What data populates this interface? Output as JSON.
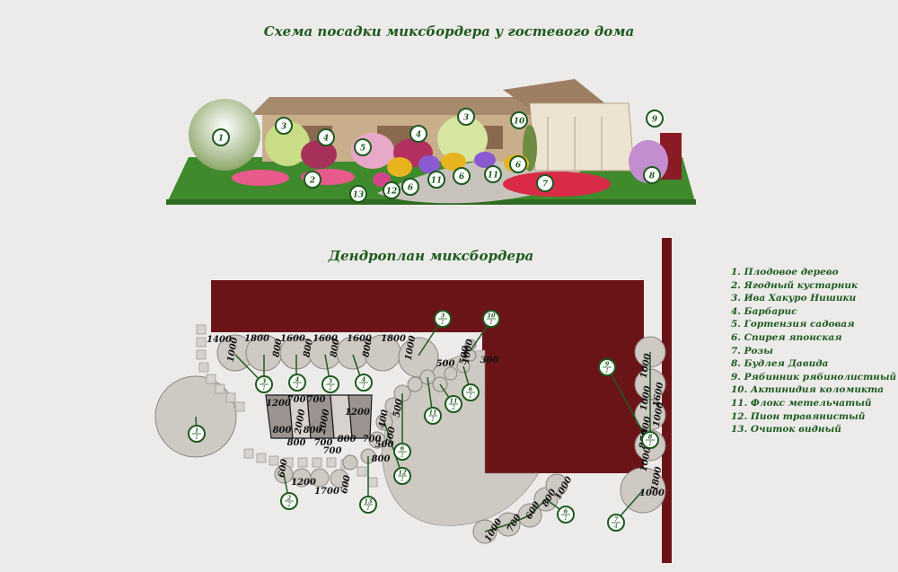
{
  "title_top": "Схема посадки миксбордера у гостевого дома",
  "title_bottom": "Дендроплан миксбордера",
  "legend": [
    "1. Плодовое дерево",
    "2. Ягодный кустарник",
    "3. Ива Хакуро Нишики",
    "4. Барбарис",
    "5. Гортензия садовая",
    "6. Спирея японская",
    "7. Розы",
    "8. Будлея Давида",
    "9. Рябинник рябинолистный",
    "10. Актинидия коломикта",
    "11. Флокс метельчатый",
    "12. Пион травянистый",
    "13. Очиток видный"
  ],
  "perspective_markers": [
    {
      "n": "1"
    },
    {
      "n": "3"
    },
    {
      "n": "4"
    },
    {
      "n": "5"
    },
    {
      "n": "4"
    },
    {
      "n": "3"
    },
    {
      "n": "10"
    },
    {
      "n": "9"
    },
    {
      "n": "8"
    },
    {
      "n": "2"
    },
    {
      "n": "13"
    },
    {
      "n": "12"
    },
    {
      "n": "6"
    },
    {
      "n": "11"
    },
    {
      "n": "6"
    },
    {
      "n": "11"
    },
    {
      "n": "6"
    },
    {
      "n": "7"
    }
  ],
  "plan_markers": [
    {
      "n": "1",
      "q": "1"
    },
    {
      "n": "3",
      "q": "1"
    },
    {
      "n": "4",
      "q": "1"
    },
    {
      "n": "5",
      "q": "2"
    },
    {
      "n": "4",
      "q": "1"
    },
    {
      "n": "3",
      "q": "1"
    },
    {
      "n": "10",
      "q": "1"
    },
    {
      "n": "9",
      "q": "1"
    },
    {
      "n": "2",
      "q": "2"
    },
    {
      "n": "13",
      "q": "1"
    },
    {
      "n": "12",
      "q": "1"
    },
    {
      "n": "6",
      "q": "1"
    },
    {
      "n": "11",
      "q": "1"
    },
    {
      "n": "6",
      "q": "1"
    },
    {
      "n": "11",
      "q": "2"
    },
    {
      "n": "6",
      "q": "1"
    },
    {
      "n": "7",
      "q": "4"
    },
    {
      "n": "8",
      "q": "1"
    }
  ],
  "dimensions": [
    "1400",
    "1000",
    "1800",
    "800",
    "1600",
    "800",
    "1600",
    "800",
    "1600",
    "800",
    "1800",
    "1000",
    "1000",
    "500",
    "500",
    "300",
    "1200",
    "700",
    "2000",
    "700",
    "2000",
    "1200",
    "800",
    "800",
    "800",
    "800",
    "700",
    "700",
    "600",
    "1200",
    "1700",
    "600",
    "800",
    "700",
    "400",
    "500",
    "700",
    "500",
    "1000",
    "700",
    "600",
    "800",
    "1000",
    "1000",
    "1000",
    "1000",
    "1000",
    "1000",
    "800",
    "1600",
    "1800",
    "1000"
  ],
  "colors": {
    "building": "#6b1418",
    "accent_green": "#1e5a1e",
    "lawn": "#3f8a2c",
    "path": "#c9c3bd"
  }
}
